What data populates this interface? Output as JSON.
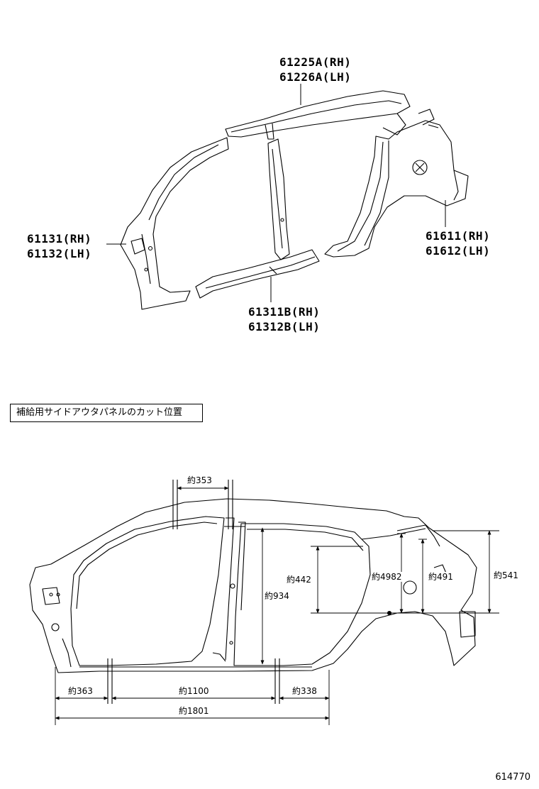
{
  "parts": {
    "roof_rail": [
      "61225A(RH)",
      "61226A(LH)"
    ],
    "front_pillar": [
      "61131(RH)",
      "61132(LH)"
    ],
    "quarter_panel": [
      "61611(RH)",
      "61612(LH)"
    ],
    "rocker": [
      "61311B(RH)",
      "61312B(LH)"
    ]
  },
  "caption": "補給用サイドアウタパネルのカット位置",
  "dimensions": {
    "d353": "約353",
    "d934": "約934",
    "d442": "約442",
    "d4982": "約4982",
    "d491": "約491",
    "d541": "約541",
    "d363": "約363",
    "d1100": "約1100",
    "d338": "約338",
    "d1801": "約1801"
  },
  "figure_number": "614770"
}
